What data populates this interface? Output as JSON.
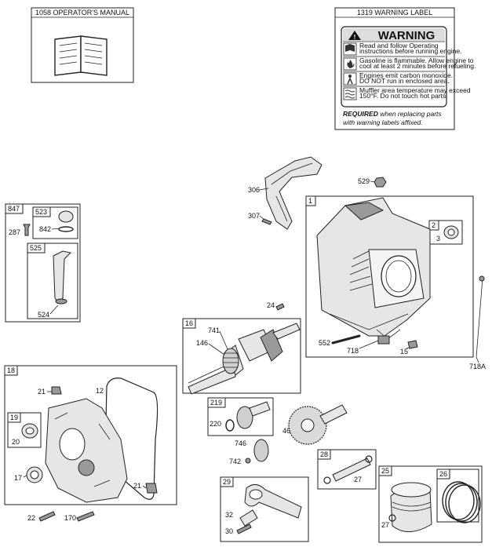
{
  "manual_box": {
    "title": "1058 OPERATOR'S MANUAL"
  },
  "warning_box": {
    "title": "1319 WARNING LABEL",
    "heading": "WARNING",
    "rows": [
      [
        "Read and follow Operating",
        "instructions before running engine."
      ],
      [
        "Gasoline is flammable. Allow engine to",
        "cool at least 2 minutes before refueling."
      ],
      [
        "Engines emit carbon monoxide.",
        "DO NOT run in enclosed area."
      ],
      [
        "Muffler area temperature may exceed",
        "150°F. Do not touch hot parts."
      ]
    ],
    "note_bold": "REQUIRED",
    "note_rest": " when replacing parts",
    "note_line2": "with warning labels affixed."
  },
  "boxes": {
    "b847": "847",
    "b523": "523",
    "b525": "525",
    "b1": "1",
    "b2": "2",
    "b16": "16",
    "b18": "18",
    "b19": "19",
    "b219": "219",
    "b28": "28",
    "b29": "29",
    "b25": "25",
    "b26": "26"
  },
  "callouts": {
    "c306": "306",
    "c307": "307",
    "c529": "529",
    "c287": "287",
    "c842": "842",
    "c524": "524",
    "c3": "3",
    "c24": "24",
    "c741": "741",
    "c146": "146",
    "c552": "552",
    "c718": "718",
    "c15": "15",
    "c718a": "718A",
    "c21a": "21",
    "c12": "12",
    "c20": "20",
    "c17": "17",
    "c21b": "21",
    "c22": "22",
    "c170": "170",
    "c220": "220",
    "c746": "746",
    "c742": "742",
    "c46": "46",
    "c27a": "27",
    "c32": "32",
    "c30": "30",
    "c27b": "27"
  }
}
